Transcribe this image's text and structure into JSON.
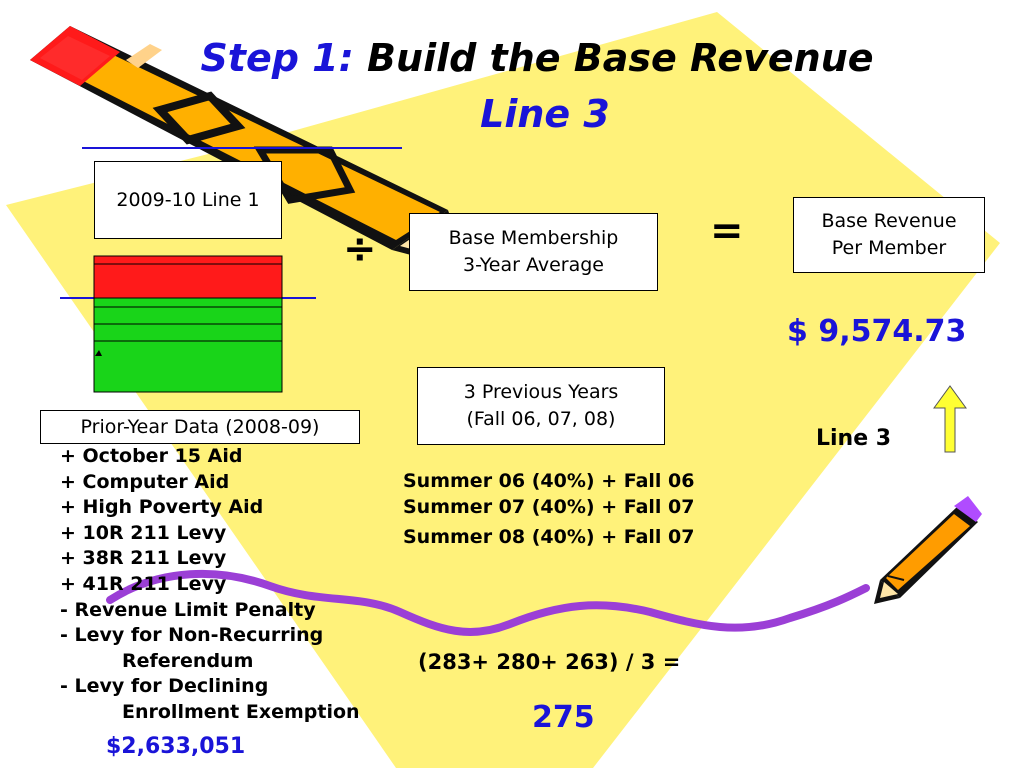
{
  "title": {
    "step": "Step 1:",
    "main": "Build the Base Revenue",
    "line": "Line 3"
  },
  "boxes": {
    "prior_line": "2009-10 Line 1",
    "membership": [
      "Base Membership",
      "3-Year Average"
    ],
    "revenue": [
      "Base Revenue",
      "Per Member"
    ],
    "previous_years": [
      "3 Previous Years",
      "(Fall 06, 07, 08)"
    ],
    "prior_data": "Prior-Year Data (2008-09)"
  },
  "operators": {
    "divide": "÷",
    "equals": "="
  },
  "revenue_value": "$ 9,574.73",
  "line3_label": "Line 3",
  "adjustments": [
    "+ October 15 Aid",
    "+ Computer Aid",
    "+ High Poverty Aid",
    "+ 10R 211 Levy",
    "+ 38R 211 Levy",
    "+ 41R 211 Levy",
    "- Revenue Limit Penalty",
    "- Levy for Non-Recurring",
    "Referendum",
    "- Levy for Declining",
    "Enrollment Exemption"
  ],
  "total_revenue": "$2,633,051",
  "membership_rows": [
    "Summer 06 (40%) + Fall 06",
    "Summer 07 (40%) + Fall 07",
    "Summer 08 (40%) + Fall 07"
  ],
  "formula": "(283+ 280+ 263) / 3 =",
  "membership_result": "275",
  "colors": {
    "title_blue": "#1a14d8",
    "background_shape": "#fff27a",
    "bar_red": "#ff1a1a",
    "bar_green": "#19d419"
  }
}
